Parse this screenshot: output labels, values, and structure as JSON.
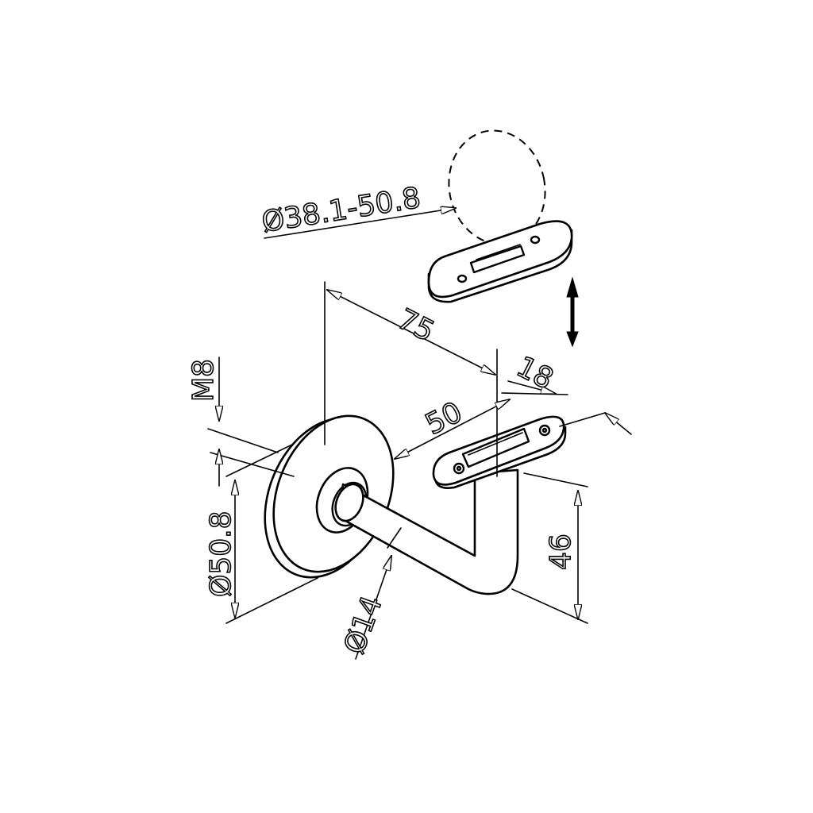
{
  "drawing": {
    "dimensions": {
      "rail_diameter": "Ø38.1-50.8",
      "projection": "75",
      "plate_length": "50",
      "plate_width": "18",
      "thread": "M8",
      "rosette_diameter": "Ø50.8",
      "bar_diameter": "Ø14",
      "height": "46"
    },
    "colors": {
      "line": "#000000",
      "background": "#ffffff"
    }
  }
}
